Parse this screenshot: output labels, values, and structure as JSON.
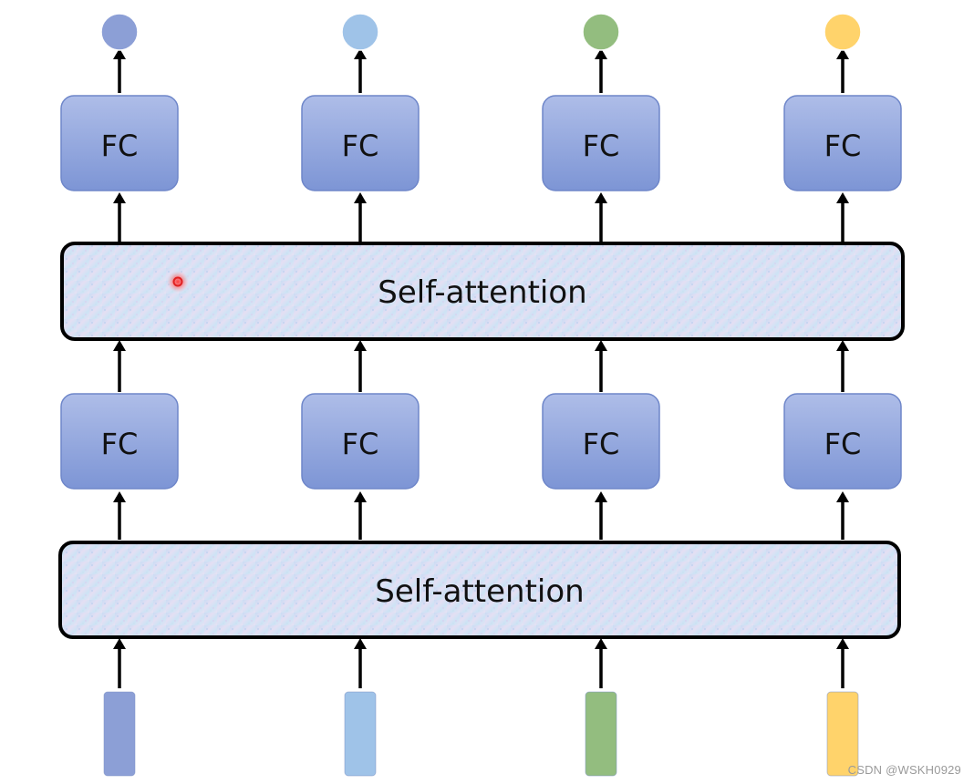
{
  "diagram": {
    "layers": {
      "self_attention_top": "Self-attention",
      "self_attention_bottom": "Self-attention",
      "fc_label": "FC"
    },
    "columns": [
      {
        "id": "col1",
        "color": "#8c9fd6",
        "input_color": "#8c9fd6",
        "output_color": "#8c9fd6"
      },
      {
        "id": "col2",
        "color": "#9fc3e8",
        "input_color": "#9fc3e8",
        "output_color": "#9fc3e8"
      },
      {
        "id": "col3",
        "color": "#93bd7f",
        "input_color": "#93bd7f",
        "output_color": "#93bd7f"
      },
      {
        "id": "col4",
        "color": "#ffd36b",
        "input_color": "#ffd36b",
        "output_color": "#ffd36b"
      }
    ],
    "style": {
      "fc_fill_top": "#a9b9e6",
      "fc_fill_bottom": "#7f97d6",
      "fc_stroke": "#6e86c9",
      "attention_fill_a": "#cfe0f6",
      "attention_fill_b": "#e9e2f5",
      "attention_stroke": "#000000",
      "arrow_color": "#000000",
      "cursor_color": "#e02020"
    }
  },
  "watermark": "CSDN @WSKH0929"
}
